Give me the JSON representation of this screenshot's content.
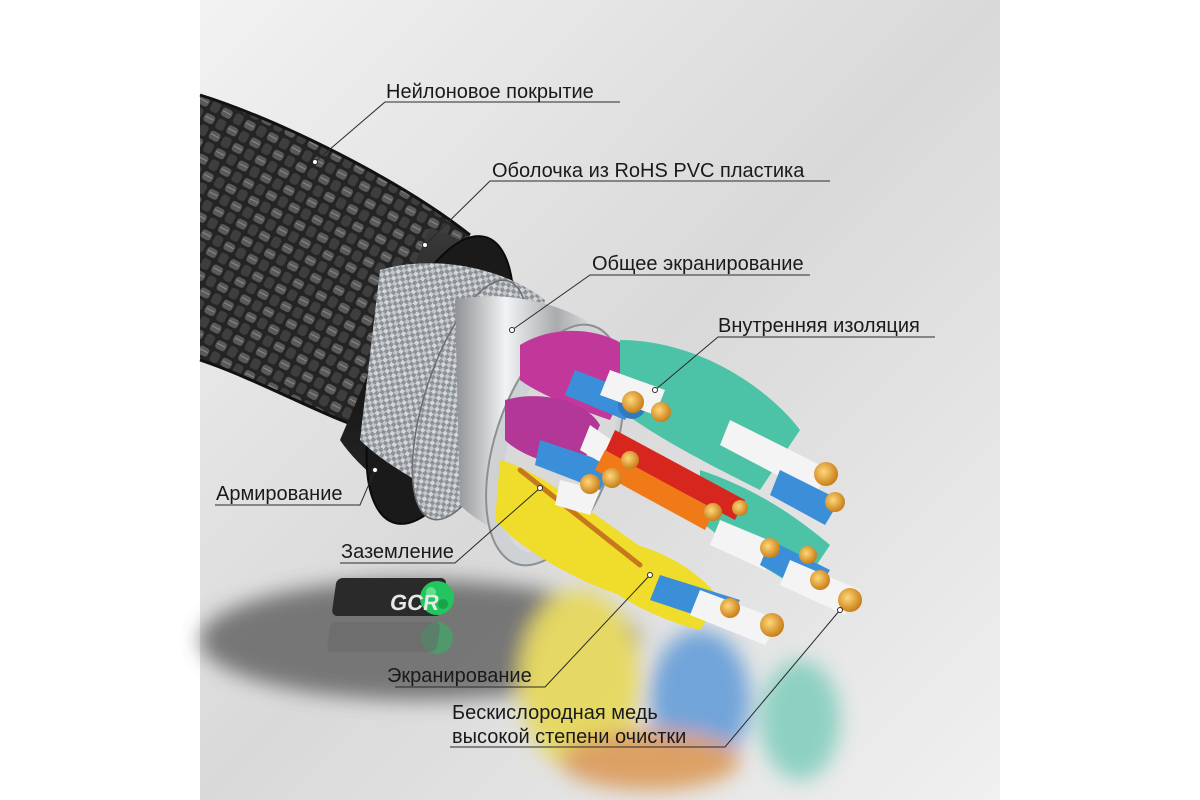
{
  "labels": {
    "nylon": "Нейлоновое покрытие",
    "sheath": "Оболочка из RoHS PVC пластика",
    "overall_shield": "Общее экранирование",
    "inner_insulation": "Внутренняя изоляция",
    "armoring": "Армирование",
    "grounding": "Заземление",
    "shielding": "Экранирование",
    "copper_line1": "Бескислородная медь",
    "copper_line2": "высокой степени очистки"
  },
  "logo": {
    "text": "GCR",
    "brand_color": "#22c55e"
  },
  "colors": {
    "braid": "#2b2b2b",
    "jacket": "#1c1c1c",
    "shield_mesh": "#b8bcc0",
    "foil": "#d6d8da",
    "magenta": "#c2379a",
    "teal": "#4cc3a6",
    "yellow": "#f0dc2a",
    "blue": "#3a8fd8",
    "orange": "#f07a18",
    "red": "#d7261e",
    "white": "#f4f4f4",
    "copper": "#e3a32a"
  }
}
